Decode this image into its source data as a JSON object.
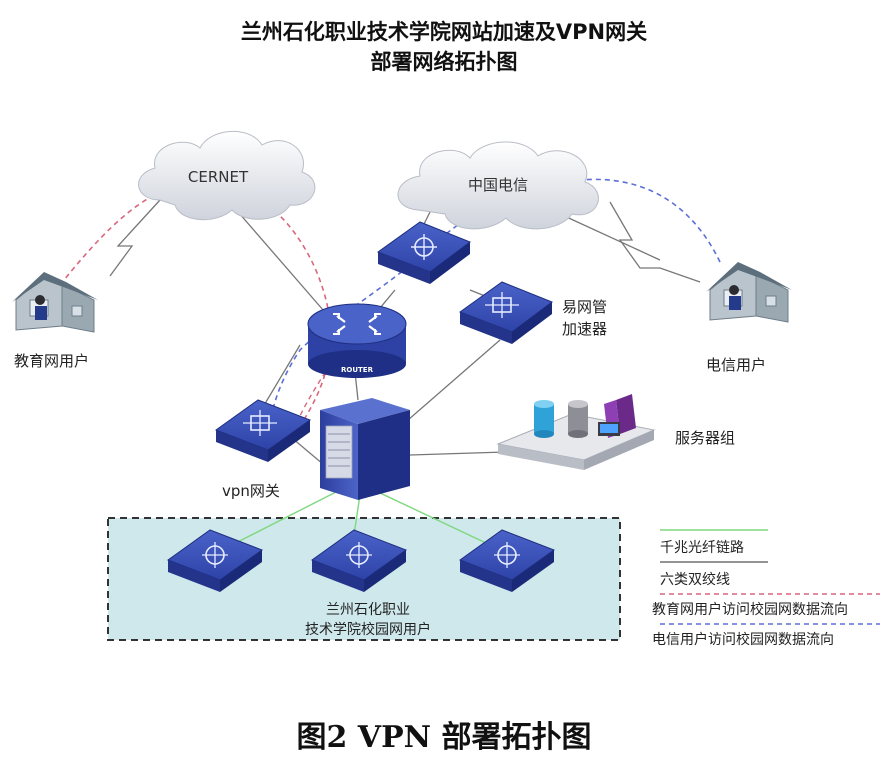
{
  "title": {
    "line1": "兰州石化职业技术学院网站加速及VPN网关",
    "line2": "部署网络拓扑图"
  },
  "clouds": {
    "cernet": "CERNET",
    "telecom": "中国电信"
  },
  "nodes": {
    "router_badge": "ROUTER",
    "accelerator_line1": "易网管",
    "accelerator_line2": "加速器",
    "vpn_gateway": "vpn网关",
    "server_group": "服务器组",
    "edu_user": "教育网用户",
    "telecom_user": "电信用户",
    "campus_line1": "兰州石化职业",
    "campus_line2": "技术学院校园网用户"
  },
  "legend": [
    {
      "label": "千兆光纤链路",
      "color": "#7ed87e",
      "style": "solid"
    },
    {
      "label": "六类双绞线",
      "color": "#555555",
      "style": "solid"
    },
    {
      "label": "教育网用户访问校园网数据流向",
      "color": "#d9677d",
      "style": "dashed"
    },
    {
      "label": "电信用户访问校园网数据流向",
      "color": "#5b6fd6",
      "style": "dashed"
    }
  ],
  "caption": "图2   VPN 部署拓扑图"
}
